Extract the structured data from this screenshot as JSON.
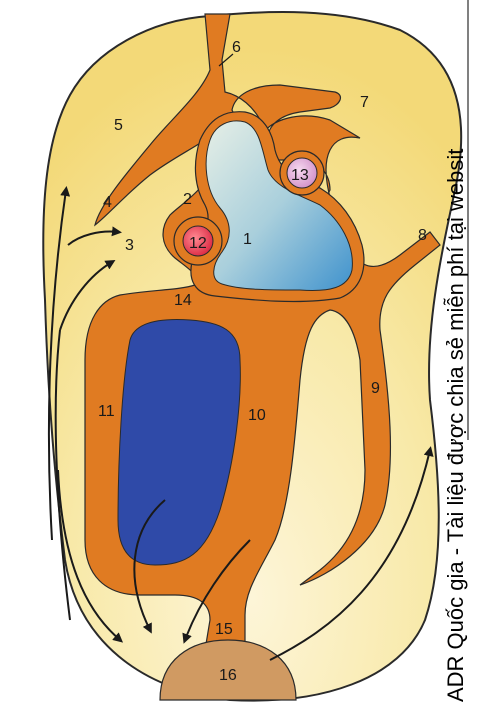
{
  "diagram": {
    "labels": {
      "n1": "1",
      "n2": "2",
      "n3": "3",
      "n4": "4",
      "n5": "5",
      "n6": "6",
      "n7": "7",
      "n8": "8",
      "n9": "9",
      "n10": "10",
      "n11": "11",
      "n12": "12",
      "n13": "13",
      "n14": "14",
      "n15": "15",
      "n16": "16"
    },
    "watermark": "ADR Quốc gia - Tài liệu được chia sẻ miễn phí tại websit"
  },
  "colors": {
    "outer_fill_light": "#fdf5d8",
    "outer_fill_dark": "#f3d978",
    "outline": "#2a2a2a",
    "orange": "#e07b22",
    "blue_dark": "#2f4aa8",
    "cyan_light": "#d9ece4",
    "cyan_dark": "#4f9fd2",
    "red": "#e0314a",
    "pink": "#e2a6d8",
    "tan": "#d09a62",
    "arrow": "#1a1a1a"
  }
}
